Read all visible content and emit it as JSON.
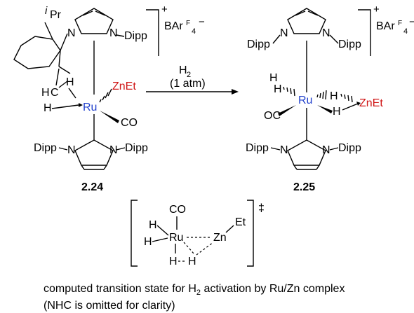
{
  "left_complex": {
    "label": "2.24",
    "metal": "Ru",
    "counterion": "BAr",
    "counterion_sub": "F",
    "counterion_sub2": "4",
    "charge_plus": "+",
    "charge_minus": "−",
    "ligands": {
      "top_right": "Dipp",
      "bottom_left": "Dipp",
      "bottom_right": "Dipp",
      "ipr": "Pr",
      "ipr_prefix": "i",
      "zinc": "ZnEt",
      "co": "CO",
      "h1": "H",
      "h2": "H",
      "hc_h": "H",
      "hc_c": "C",
      "n": "N"
    }
  },
  "arrow": {
    "reagent": "H",
    "reagent_sub": "2",
    "conditions": "(1 atm)"
  },
  "right_complex": {
    "label": "2.25",
    "metal": "Ru",
    "counterion": "BAr",
    "counterion_sub": "F",
    "counterion_sub2": "4",
    "charge_plus": "+",
    "charge_minus": "−",
    "ligands": {
      "dipp_tl": "Dipp",
      "dipp_tr": "Dipp",
      "dipp_bl": "Dipp",
      "dipp_br": "Dipp",
      "h_left": "H",
      "h_right_top": "H",
      "h_right_bot": "H",
      "zinc": "ZnEt",
      "co": "OC",
      "n": "N"
    }
  },
  "transition_state": {
    "ts_mark": "‡",
    "co": "CO",
    "ru": "Ru",
    "zn": "Zn",
    "et": "Et",
    "h_a": "H",
    "h_b": "H",
    "h_c": "H",
    "h_d": "H"
  },
  "caption": {
    "line1_pre": "computed transition state for H",
    "line1_sub": "2",
    "line1_post": " activation by Ru/Zn complex",
    "line2": "(NHC is omitted for clarity)"
  }
}
